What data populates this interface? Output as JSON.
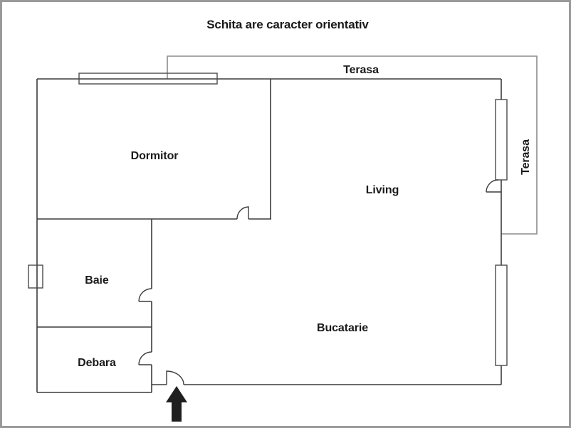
{
  "title": "Schita are caracter orientativ",
  "labels": {
    "terrace_top": "Terasa",
    "terrace_right": "Terasa",
    "bedroom": "Dormitor",
    "living": "Living",
    "bathroom": "Baie",
    "storage": "Debara",
    "kitchen": "Bucatarie"
  },
  "colors": {
    "wall": "#3c3c3c",
    "window": "#4a4a4a",
    "terrace_outline": "#8c8c8c",
    "frame": "#999999",
    "text": "#1a1a1a",
    "entrance_arrow": "#1f1f1f",
    "background": "#ffffff"
  },
  "icons": {
    "entrance_arrow": "up-arrow"
  }
}
